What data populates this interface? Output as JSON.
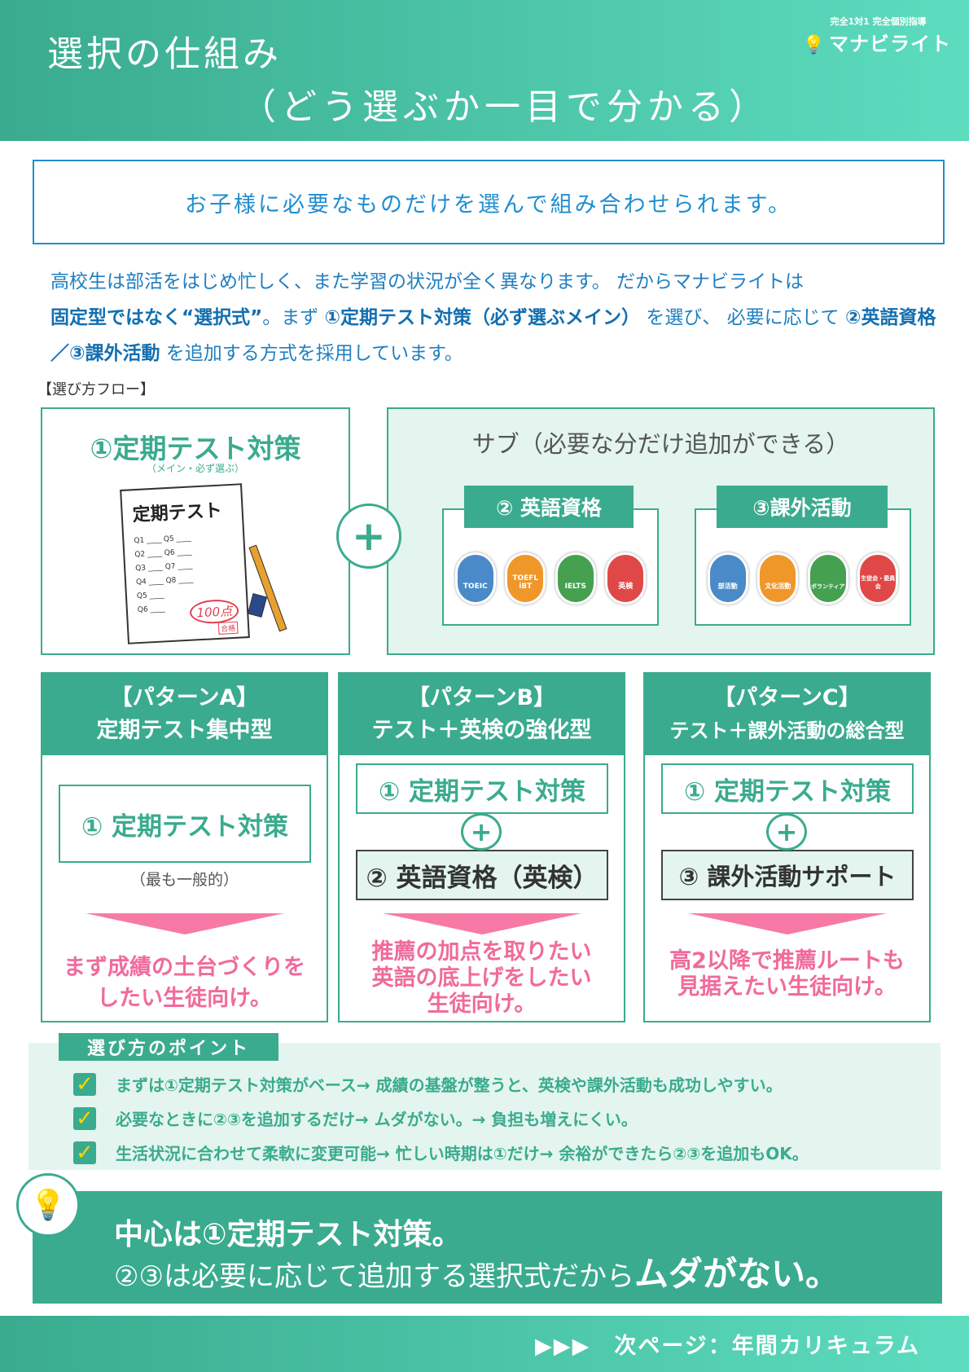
{
  "header": {
    "title_line1": "選択の仕組み",
    "title_line2": "（どう選ぶか一目で分かる）",
    "logo_small": "完全1対1 完全個別指導",
    "logo_name": "マナビライト"
  },
  "banner": "お子様に必要なものだけを選んで組み合わせられます。",
  "intro": {
    "line1": "高校生は部活をはじめ忙しく、また学習の状況が全く異なります。 だからマナビライトは",
    "b1": "固定型ではなく“選択式”",
    "t2": "。まず ",
    "b2": "①定期テスト対策（必ず選ぶメイン）",
    "t3": " を選び、 必要に応じて ",
    "b3": "②英語資格／③課外活動",
    "t4": " を追加する方式を採用しています。"
  },
  "flow_label": "【選び方フロー】",
  "main": {
    "title": "①定期テスト対策",
    "subtitle": "（メイン・必ず選ぶ）",
    "illus_title": "定期テスト",
    "illus_score": "100点",
    "illus_pass": "合格"
  },
  "sub": {
    "title": "サブ（必要な分だけ追加ができる）",
    "english": {
      "label": "② 英語資格",
      "badges": [
        "TOEIC",
        "TOEFL iBT",
        "IELTS",
        "英検"
      ]
    },
    "extra": {
      "label": "③課外活動",
      "badges": [
        "部活動",
        "文化活動",
        "ボランティア",
        "生徒会・委員会"
      ]
    }
  },
  "patterns": [
    {
      "title1": "【パターンA】",
      "title2": "定期テスト集中型",
      "box1": "① 定期テスト対策",
      "note": "（最も一般的）",
      "target": [
        "まず成績の土台づくりを",
        "したい生徒向け。"
      ]
    },
    {
      "title1": "【パターンB】",
      "title2": "テスト＋英検の強化型",
      "box1": "① 定期テスト対策",
      "box2": "② 英語資格（英検）",
      "target": [
        "推薦の加点を取りたい",
        "英語の底上げをしたい",
        "生徒向け。"
      ]
    },
    {
      "title1": "【パターンC】",
      "title2": "テスト＋課外活動の総合型",
      "box1": "① 定期テスト対策",
      "box2": "③ 課外活動サポート",
      "target": [
        "高2以降で推薦ルートも",
        "見据えたい生徒向け。"
      ]
    }
  ],
  "points": {
    "title": "選び方のポイント",
    "items": [
      "まずは①定期テスト対策がベース→ 成績の基盤が整うと、英検や課外活動も成功しやすい。",
      "必要なときに②③を追加するだけ→ ムダがない。→ 負担も増えにくい。",
      "生活状況に合わせて柔軟に変更可能→ 忙しい時期は①だけ→ 余裕ができたら②③を追加もOK。"
    ]
  },
  "summary": {
    "line1": "中心は①定期テスト対策。",
    "line2a": "②③は必要に応じて追加する選択式だから",
    "line2b": "ムダがない。"
  },
  "footer": "▶▶▶　次ページ：年間カリキュラム",
  "colors": {
    "teal": "#3aab8e",
    "blue": "#1f8ed0",
    "pink": "#f06b9b"
  }
}
